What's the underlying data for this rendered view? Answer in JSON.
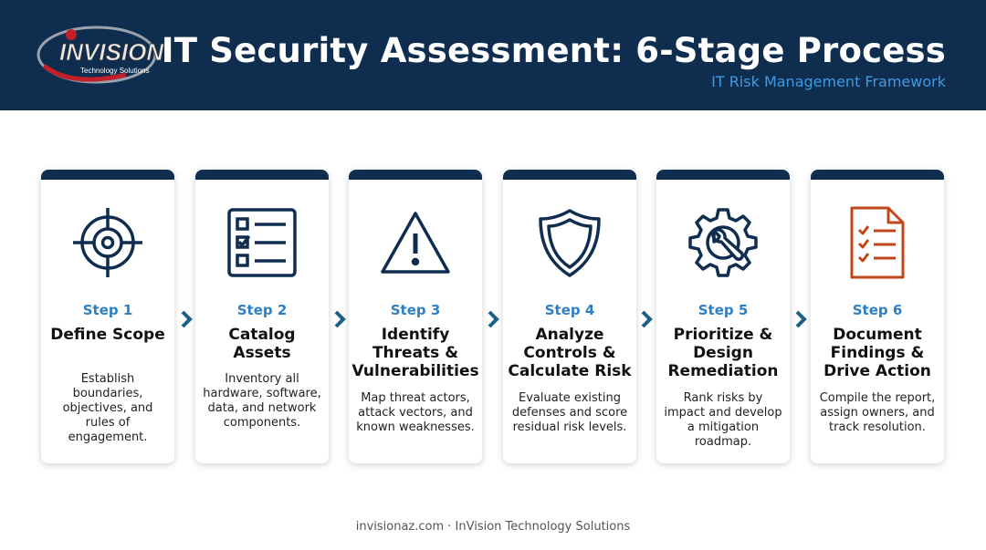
{
  "header": {
    "logo_text": "INVISION",
    "logo_tagline": "Technology Solutions",
    "title": "IT Security Assessment: 6-Stage Process",
    "subtitle": "IT Risk Management Framework"
  },
  "steps": [
    {
      "step": "Step 1",
      "name": "Define Scope",
      "description": "Establish boundaries, objectives, and rules of engagement.",
      "icon": "target-crosshair-icon"
    },
    {
      "step": "Step 2",
      "name": "Catalog Assets",
      "description": "Inventory all hardware, software, data, and network components.",
      "icon": "checklist-icon"
    },
    {
      "step": "Step 3",
      "name": "Identify Threats & Vulnerabilities",
      "description": "Map threat actors, attack vectors, and known weaknesses.",
      "icon": "warning-triangle-icon"
    },
    {
      "step": "Step 4",
      "name": "Analyze Controls & Calculate Risk",
      "description": "Evaluate existing defenses and score residual risk levels.",
      "icon": "shield-icon"
    },
    {
      "step": "Step 5",
      "name": "Prioritize & Design Remediation",
      "description": "Rank risks by impact and develop a mitigation roadmap.",
      "icon": "gear-wrench-icon"
    },
    {
      "step": "Step 6",
      "name": "Document Findings & Drive Action",
      "description": "Compile the report, assign owners, and track resolution.",
      "icon": "document-checklist-icon"
    }
  ],
  "footer": "invisionaz.com · InVision Technology Solutions",
  "colors": {
    "header_bg": "#0f2d4f",
    "step_label": "#2f7fc4",
    "subtitle": "#3f9ae0",
    "icon_navy": "#0f2d4f",
    "icon_accent": "#c0461c",
    "arrow": "#1a5f8a"
  }
}
